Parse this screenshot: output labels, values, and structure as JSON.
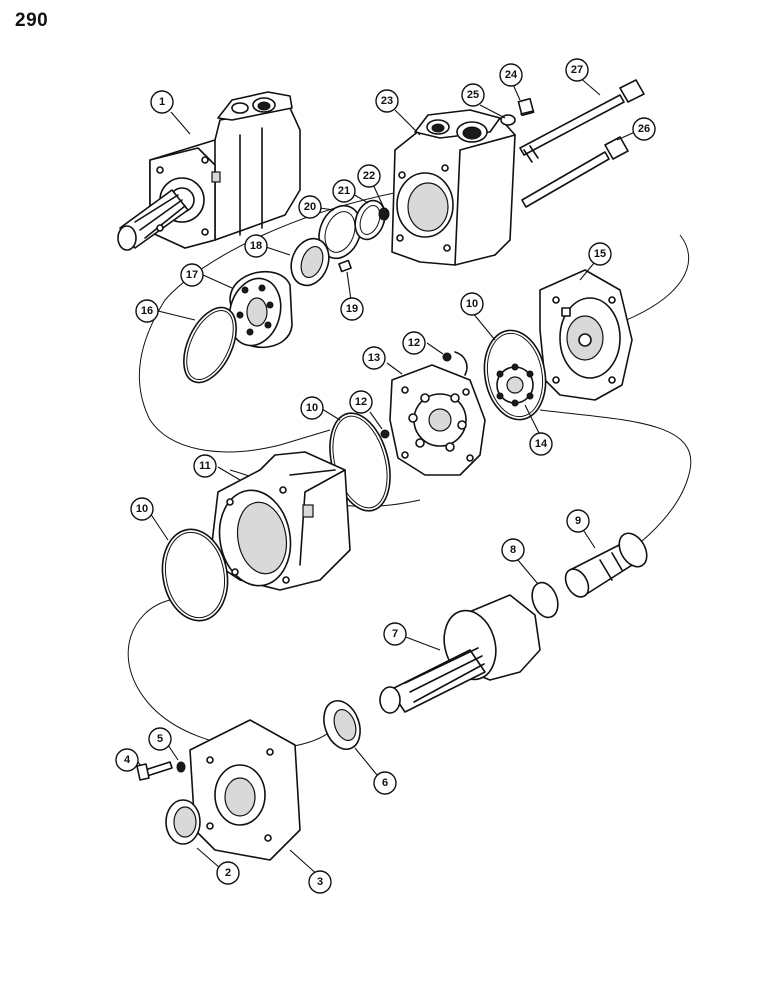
{
  "page_number": "290",
  "callouts": [
    {
      "id": "c1",
      "label": "1"
    },
    {
      "id": "c2",
      "label": "2"
    },
    {
      "id": "c3",
      "label": "3"
    },
    {
      "id": "c4",
      "label": "4"
    },
    {
      "id": "c5",
      "label": "5"
    },
    {
      "id": "c6",
      "label": "6"
    },
    {
      "id": "c7",
      "label": "7"
    },
    {
      "id": "c8",
      "label": "8"
    },
    {
      "id": "c9",
      "label": "9"
    },
    {
      "id": "c10a",
      "label": "10"
    },
    {
      "id": "c10b",
      "label": "10"
    },
    {
      "id": "c10c",
      "label": "10"
    },
    {
      "id": "c11",
      "label": "11"
    },
    {
      "id": "c12a",
      "label": "12"
    },
    {
      "id": "c12b",
      "label": "12"
    },
    {
      "id": "c13",
      "label": "13"
    },
    {
      "id": "c14",
      "label": "14"
    },
    {
      "id": "c15",
      "label": "15"
    },
    {
      "id": "c16",
      "label": "16"
    },
    {
      "id": "c17",
      "label": "17"
    },
    {
      "id": "c18",
      "label": "18"
    },
    {
      "id": "c19",
      "label": "19"
    },
    {
      "id": "c20",
      "label": "20"
    },
    {
      "id": "c21",
      "label": "21"
    },
    {
      "id": "c22",
      "label": "22"
    },
    {
      "id": "c23",
      "label": "23"
    },
    {
      "id": "c24",
      "label": "24"
    },
    {
      "id": "c25",
      "label": "25"
    },
    {
      "id": "c26",
      "label": "26"
    },
    {
      "id": "c27",
      "label": "27"
    }
  ]
}
